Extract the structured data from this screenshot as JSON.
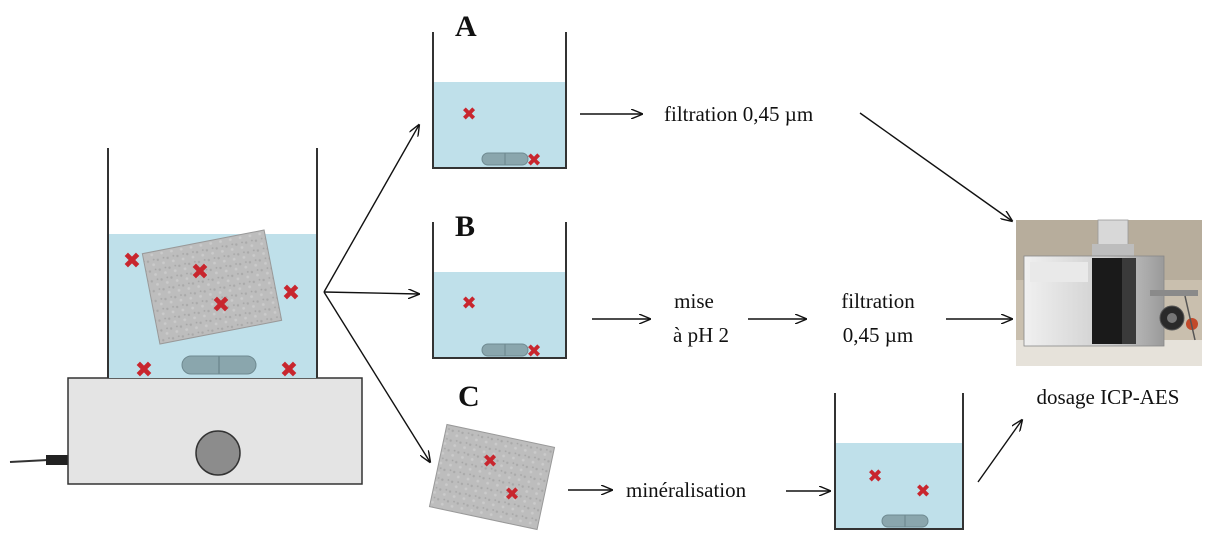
{
  "branches": {
    "a": {
      "letter": "A",
      "step1": "filtration 0,45 µm"
    },
    "b": {
      "letter": "B",
      "step1_line1": "mise",
      "step1_line2": "à pH 2",
      "step2_line1": "filtration",
      "step2_line2": "0,45 µm"
    },
    "c": {
      "letter": "C",
      "step1": "minéralisation"
    }
  },
  "final": {
    "label": "dosage ICP-AES"
  },
  "colors": {
    "water": "#bfe0ea",
    "marker": "#c8262e",
    "stir_bar": "#8aa6ad",
    "filter": "#b8b8b8",
    "plate": "#e4e4e4",
    "knob": "#8c8c8c",
    "instrument": "#dcdcdc"
  }
}
